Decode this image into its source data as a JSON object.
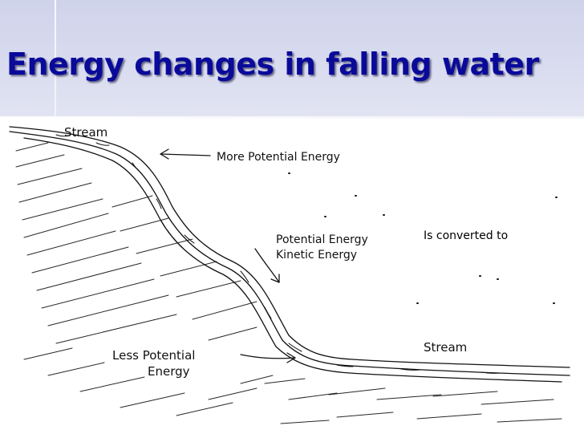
{
  "title": "Energy changes in falling water",
  "labels": {
    "stream_top": "Stream",
    "more_pe": "More Potential Energy",
    "pe_line1": "Potential Energy",
    "ke_line2": "Kinetic Energy",
    "converted": "Is converted to",
    "stream_bottom": "Stream",
    "less_pe_line1": "Less Potential",
    "less_pe_line2": "Energy"
  }
}
